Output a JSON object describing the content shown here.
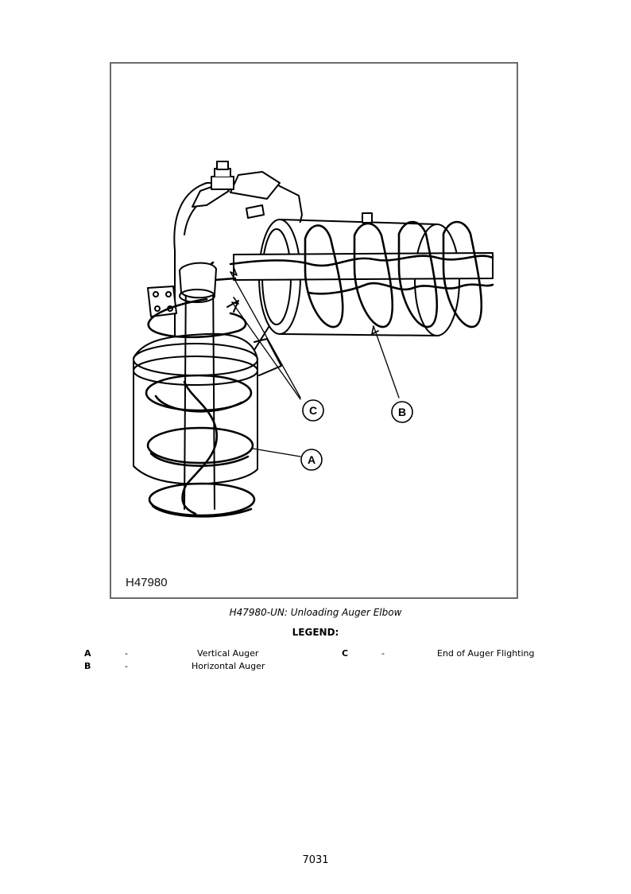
{
  "figure": {
    "id_label": "H47980",
    "callouts": [
      "A",
      "B",
      "C"
    ]
  },
  "caption": "H47980-UN: Unloading Auger Elbow",
  "legend": {
    "title": "LEGEND:",
    "separator": "-",
    "items": [
      {
        "key": "A",
        "desc": "Vertical Auger"
      },
      {
        "key": "B",
        "desc": "Horizontal Auger"
      },
      {
        "key": "C",
        "desc": "End of Auger Flighting"
      }
    ]
  },
  "page_number": "7031"
}
